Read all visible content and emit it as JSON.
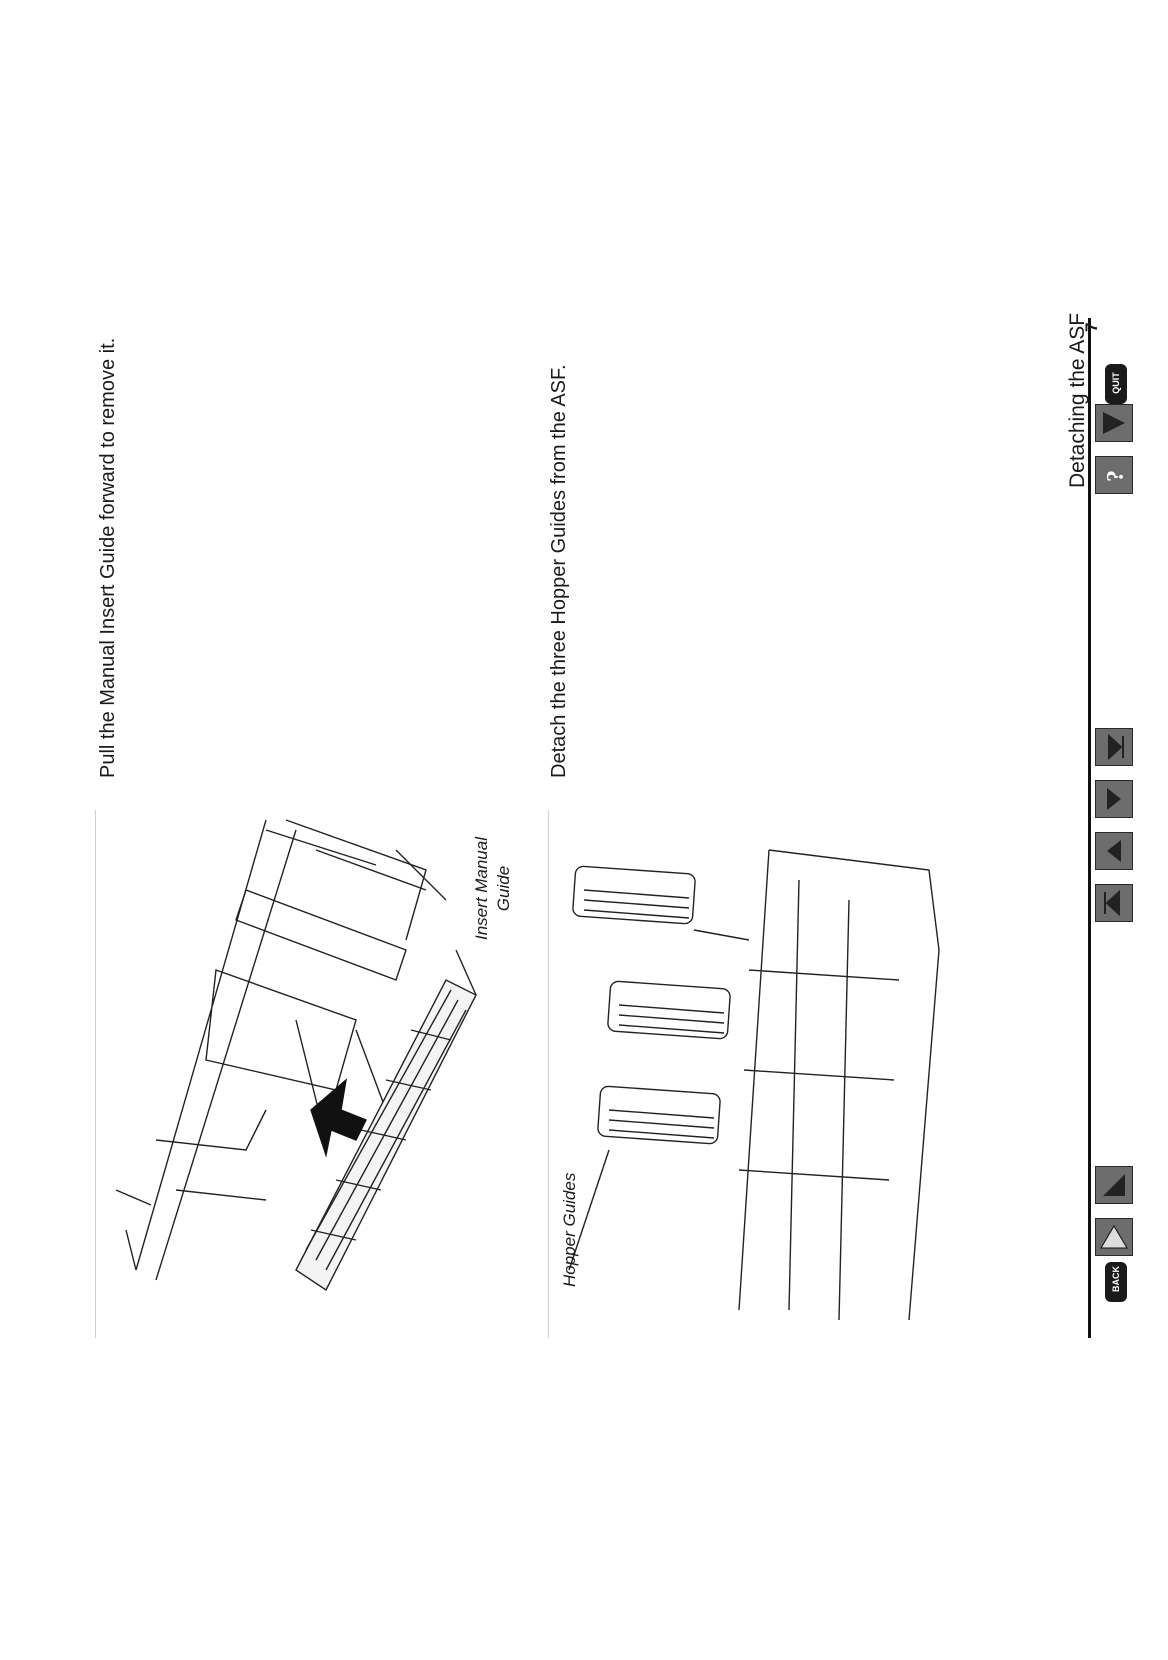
{
  "header": {
    "title": "Detaching the ASF"
  },
  "steps": [
    {
      "text": "Pull the Manual Insert Guide forward to remove it."
    },
    {
      "text": "Detach the three Hopper Guides from the ASF."
    }
  ],
  "figures": {
    "fig1": {
      "label_line1": "Insert Manual",
      "label_line2": "Guide"
    },
    "fig2": {
      "label": "Hopper Guides"
    }
  },
  "nav": {
    "back_label": "BACK",
    "quit_label": "QUIT",
    "icons": [
      "back-icon",
      "up-icon",
      "first-page-icon",
      "previous-page-icon",
      "next-page-icon",
      "last-page-icon",
      "help-icon",
      "quit-icon"
    ]
  },
  "footer": {
    "page_number": "7"
  }
}
